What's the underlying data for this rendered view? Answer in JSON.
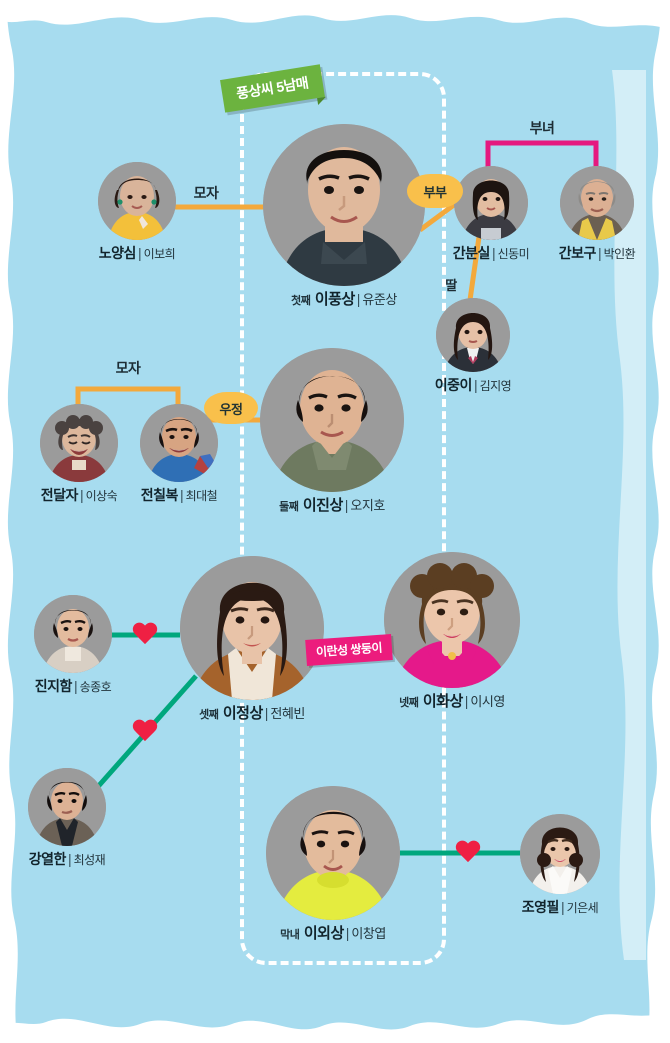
{
  "meta": {
    "title": "Korean drama family relationship chart",
    "background_color": "#a7dcef",
    "accent_green": "#6cb33f",
    "accent_pink": "#ec1c7d",
    "accent_orange": "#f9c04b",
    "line_green": "#00a77d",
    "heart_red": "#ef2043"
  },
  "badges": {
    "family_tab": "풍상씨 5남매",
    "twins_tab": "이란성 쌍둥이"
  },
  "relations": [
    {
      "id": "rel-mother-son-1",
      "label": "모자"
    },
    {
      "id": "rel-couple",
      "label": "부부"
    },
    {
      "id": "rel-father-daughter",
      "label": "부녀"
    },
    {
      "id": "rel-daughter",
      "label": "딸"
    },
    {
      "id": "rel-mother-son-2",
      "label": "모자"
    },
    {
      "id": "rel-friendship",
      "label": "우정"
    }
  ],
  "people": [
    {
      "id": "no-yang-sim",
      "order": "",
      "name": "노양심",
      "actor": "이보희",
      "skin": "#d9b49a",
      "hair": "#2a1a14",
      "cloth": "#f3c03a"
    },
    {
      "id": "lee-pung-sang",
      "order": "첫째",
      "name": "이풍상",
      "actor": "유준상",
      "skin": "#e0b99c",
      "hair": "#14100e",
      "cloth": "#2f3a42"
    },
    {
      "id": "gan-bun-sil",
      "order": "",
      "name": "간분실",
      "actor": "신동미",
      "skin": "#e2bda1",
      "hair": "#1d1410",
      "cloth": "#3b3b42"
    },
    {
      "id": "gan-bo-gu",
      "order": "",
      "name": "간보구",
      "actor": "박인환",
      "skin": "#dcb093",
      "hair": "#8d8b88",
      "cloth": "#e8c94a"
    },
    {
      "id": "lee-jung-i",
      "order": "",
      "name": "이중이",
      "actor": "김지영",
      "skin": "#e6c0a6",
      "hair": "#241611",
      "cloth": "#2b3038"
    },
    {
      "id": "jeon-dal-ja",
      "order": "",
      "name": "전달자",
      "actor": "이상숙",
      "skin": "#dcb79c",
      "hair": "#3b3330",
      "cloth": "#8a3a3c"
    },
    {
      "id": "jeon-chil-bok",
      "order": "",
      "name": "전칠복",
      "actor": "최대철",
      "skin": "#d7a482",
      "hair": "#181110",
      "cloth": "#2f6fb5"
    },
    {
      "id": "lee-jin-sang",
      "order": "둘째",
      "name": "이진상",
      "actor": "오지호",
      "skin": "#dfb393",
      "hair": "#16100e",
      "cloth": "#6e7a60"
    },
    {
      "id": "jin-ji-ham",
      "order": "",
      "name": "진지함",
      "actor": "송종호",
      "skin": "#e3bb9e",
      "hair": "#1a1210",
      "cloth": "#d8cfc4"
    },
    {
      "id": "lee-jung-sang",
      "order": "셋째",
      "name": "이정상",
      "actor": "전혜빈",
      "skin": "#e8c3a8",
      "hair": "#2a1a13",
      "cloth": "#a5632c"
    },
    {
      "id": "lee-hwa-sang",
      "order": "넷째",
      "name": "이화상",
      "actor": "이시영",
      "skin": "#ecc6ab",
      "hair": "#3c2a1c",
      "cloth": "#e5198a"
    },
    {
      "id": "kang-yeol-han",
      "order": "",
      "name": "강열한",
      "actor": "최성재",
      "skin": "#ddb295",
      "hair": "#120d0c",
      "cloth": "#6b6156"
    },
    {
      "id": "lee-oe-sang",
      "order": "막내",
      "name": "이외상",
      "actor": "이창엽",
      "skin": "#e3bb9c",
      "hair": "#181110",
      "cloth": "#e4ec3f"
    },
    {
      "id": "jo-yeong-pil",
      "order": "",
      "name": "조영필",
      "actor": "기은세",
      "skin": "#eac6ab",
      "hair": "#2b1a13",
      "cloth": "#f3f0ec"
    }
  ]
}
